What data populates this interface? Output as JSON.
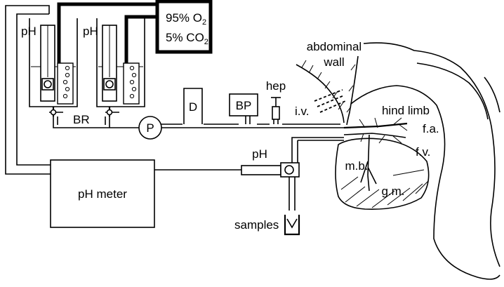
{
  "labels": {
    "ph_left": "pH",
    "ph_right": "pH",
    "gas_o2": "95% O",
    "gas_o2_sub": "2",
    "gas_co2": "5% CO",
    "gas_co2_sub": "2",
    "br": "BR",
    "pump": "P",
    "damper": "D",
    "bp": "BP",
    "hep": "hep",
    "iv": "i.v.",
    "abdominal_1": "abdominal",
    "abdominal_2": "wall",
    "hind_limb": "hind limb",
    "fa": "f.a.",
    "fv": "f.v.",
    "mb": "m.b.",
    "gm": "g.m.",
    "ph_electrode": "pH",
    "ph_meter": "pH meter",
    "samples": "samples"
  }
}
